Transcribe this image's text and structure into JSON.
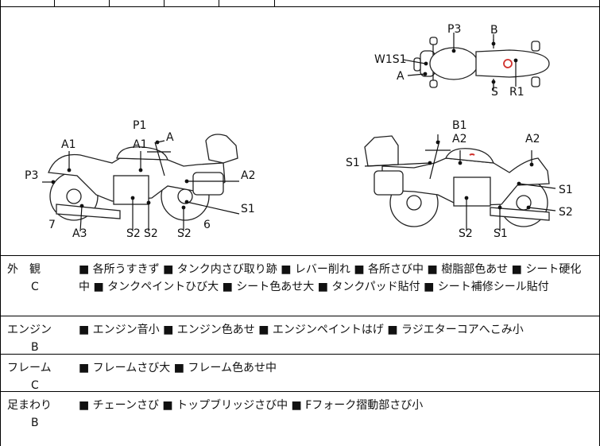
{
  "diagram": {
    "top_view": {
      "labels": [
        "P3",
        "B",
        "W1S1",
        "A",
        "S",
        "R1"
      ]
    },
    "left_side": {
      "labels": [
        "P1",
        "A",
        "A1",
        "A1",
        "P3",
        "A2",
        "S1",
        "7",
        "A3",
        "S2",
        "S2",
        "S2",
        "6"
      ]
    },
    "right_side": {
      "labels": [
        "B1",
        "A2",
        "A2",
        "S1",
        "S1",
        "S2",
        "S2",
        "S1"
      ]
    }
  },
  "sections": [
    {
      "name": "外　観",
      "grade": "C",
      "text": "■ 各所うすきず ■ タンク内さび取り跡 ■ レバー削れ ■ 各所さび中 ■ 樹脂部色あせ ■ シート硬化中 ■ タンクペイントひび大 ■ シート色あせ大 ■ タンクパッド貼付 ■ シート補修シール貼付"
    },
    {
      "name": "エンジン",
      "grade": "B",
      "text": "■ エンジン音小 ■ エンジン色あせ ■ エンジンペイントはげ ■ ラジエターコアへこみ小"
    },
    {
      "name": "フレーム",
      "grade": "C",
      "text": "■ フレームさび大 ■ フレーム色あせ中"
    },
    {
      "name": "足まわり",
      "grade": "B",
      "text": "■ チェーンさび ■ トップブリッジさび中 ■ Fフォーク摺動部さび小"
    }
  ],
  "colors": {
    "damage_mark": "#d0312d"
  }
}
